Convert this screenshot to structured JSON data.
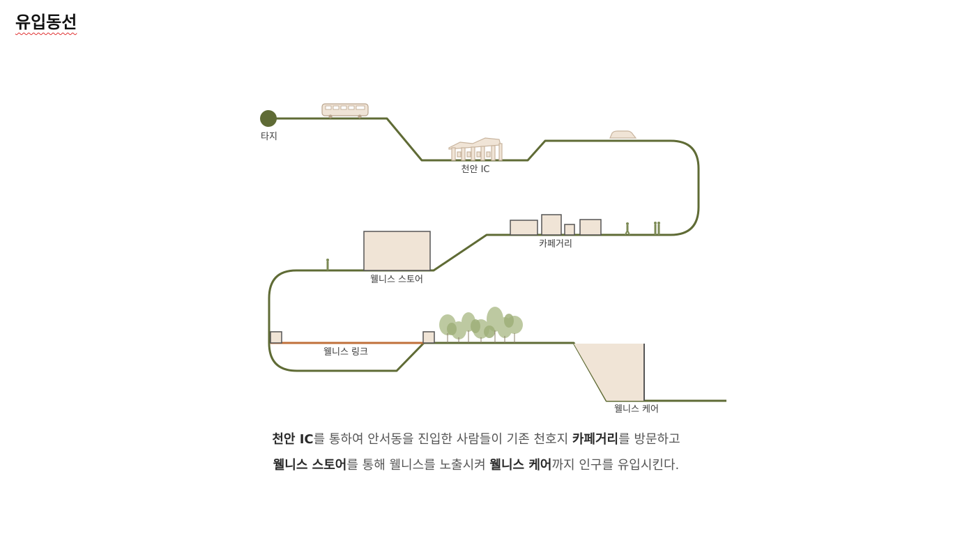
{
  "page": {
    "title": "유입동선"
  },
  "diagram": {
    "line_color": "#5f6b35",
    "link_color": "#c0703a",
    "building_fill": "#f0e4d6",
    "building_stroke": "#555555",
    "tree_color": "#9fb07a",
    "nodes": {
      "start": "타지",
      "ic": "천안 IC",
      "cafe": "카페거리",
      "store": "웰니스 스토어",
      "link": "웰니스 링크",
      "care": "웰니스 케어"
    }
  },
  "caption": {
    "line1": {
      "b1": "천안 IC",
      "t1": "를 통하여 안서동을 진입한 사람들이 기존 천호지 ",
      "b2": "카페거리",
      "t2": "를 방문하고"
    },
    "line2": {
      "b1": "웰니스 스토어",
      "t1": "를 통해 웰니스를 노출시켜 ",
      "b2": "웰니스 케어",
      "t2": "까지 인구를 유입시킨다."
    }
  }
}
